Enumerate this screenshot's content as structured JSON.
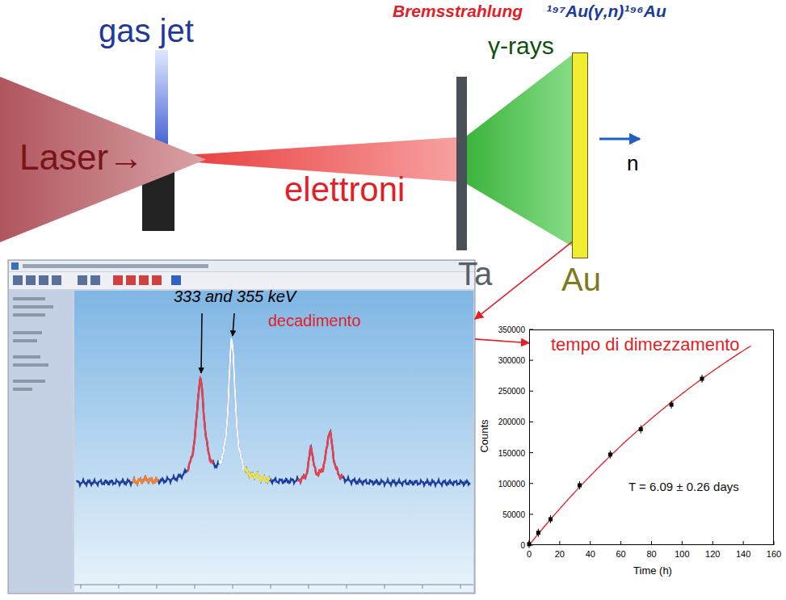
{
  "diagram": {
    "nodes": [
      {
        "text": [
          "Laser→"
        ]
      },
      {
        "text": [
          "Ta"
        ]
      },
      {
        "text": [
          "Au"
        ]
      },
      {
        "text": [
          "333 and 355 keV",
          "decadimento"
        ]
      },
      {
        "text": [
          "tempo di dimezzamento",
          "T = 6.09 ± 0.26 days"
        ]
      }
    ],
    "edges": [
      {
        "from": 2,
        "to": 3,
        "arrow": "to"
      },
      {
        "from": 3,
        "to": 4,
        "arrow": "to"
      }
    ],
    "labels": [
      "gas jet",
      "elettroni",
      "Bremsstrahlung",
      "¹⁹⁷Au(γ,n)¹⁹⁶Au",
      "γ-rays",
      "n",
      "Counts",
      "Time (h)",
      "0",
      "50000",
      "100000",
      "150000",
      "200000",
      "250000",
      "300000",
      "350000",
      "0",
      "20",
      "40",
      "60",
      "80",
      "100",
      "120",
      "140",
      "160"
    ]
  }
}
